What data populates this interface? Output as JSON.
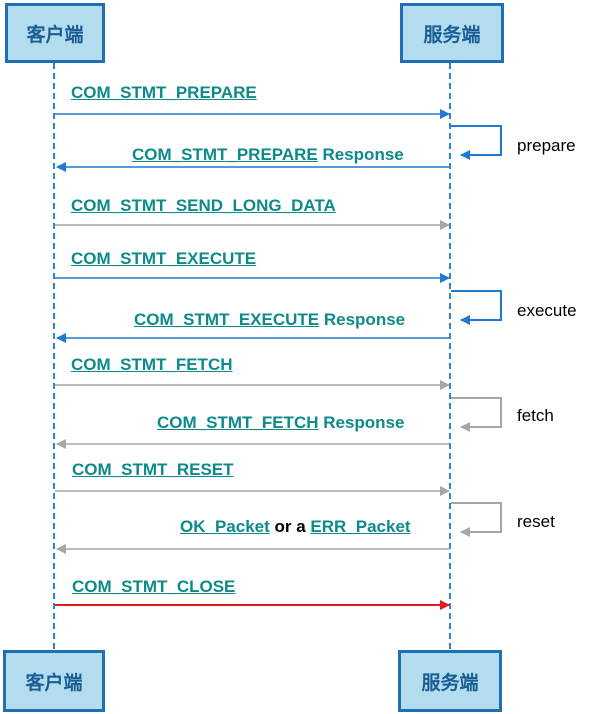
{
  "actors": {
    "client": "客户端",
    "server": "服务端"
  },
  "messages": {
    "prepare": "COM_STMT_PREPARE",
    "prepare_resp_link": "COM_STMT_PREPARE",
    "prepare_resp_suffix": " Response",
    "send_long_data": "COM_STMT_SEND_LONG_DATA",
    "execute": "COM_STMT_EXECUTE",
    "execute_resp_link": "COM_STMT_EXECUTE",
    "execute_resp_suffix": " Response",
    "fetch": "COM_STMT_FETCH",
    "fetch_resp_link": "COM_STMT_FETCH",
    "fetch_resp_suffix": " Response",
    "reset": "COM_STMT_RESET",
    "ok_packet": "OK_Packet",
    "or_a": " or a ",
    "err_packet": "ERR_Packet",
    "close": "COM_STMT_CLOSE"
  },
  "notes": {
    "prepare": "prepare",
    "execute": "execute",
    "fetch": "fetch",
    "reset": "reset"
  },
  "colors": {
    "blue": "#1f78d1",
    "gray": "#a6a6a6",
    "red": "#e31a1c",
    "link": "#0e8a8a",
    "lifeline": "#2f86d6"
  }
}
